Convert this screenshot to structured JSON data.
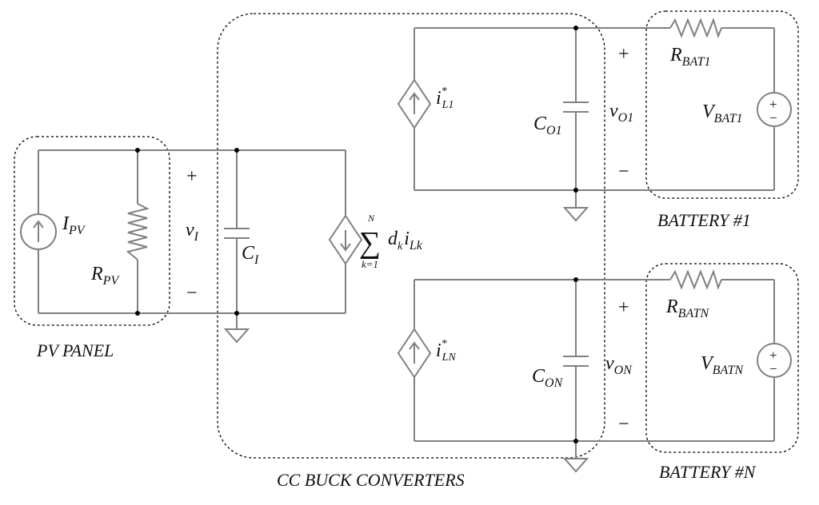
{
  "pv_panel": {
    "title": "PV PANEL",
    "source_label": "I",
    "source_sub": "PV",
    "resistor_label": "R",
    "resistor_sub": "PV"
  },
  "input_stage": {
    "voltage_label": "v",
    "voltage_sub": "I",
    "plus": "+",
    "minus": "−",
    "capacitor_label": "C",
    "capacitor_sub": "I",
    "sum_upper": "N",
    "sum_lower": "k=1",
    "sum_term_d": "d",
    "sum_term_d_sub": "k",
    "sum_term_i": "i",
    "sum_term_i_sub": "Lk"
  },
  "converters": {
    "title": "CC BUCK CONVERTERS",
    "branch1": {
      "source_label": "i",
      "source_sup": "*",
      "source_sub": "L1",
      "cap_label": "C",
      "cap_sub": "O1",
      "v_label": "v",
      "v_sub": "O1",
      "plus": "+",
      "minus": "−"
    },
    "branchN": {
      "source_label": "i",
      "source_sup": "*",
      "source_sub": "LN",
      "cap_label": "C",
      "cap_sub": "ON",
      "v_label": "v",
      "v_sub": "ON",
      "plus": "+",
      "minus": "−"
    }
  },
  "battery1": {
    "title": "BATTERY #1",
    "r_label": "R",
    "r_sub": "BAT1",
    "v_label": "V",
    "v_sub": "BAT1",
    "src_plus": "+",
    "src_minus": "−"
  },
  "batteryN": {
    "title": "BATTERY #N",
    "r_label": "R",
    "r_sub": "BATN",
    "v_label": "V",
    "v_sub": "BATN",
    "src_plus": "+",
    "src_minus": "−"
  }
}
